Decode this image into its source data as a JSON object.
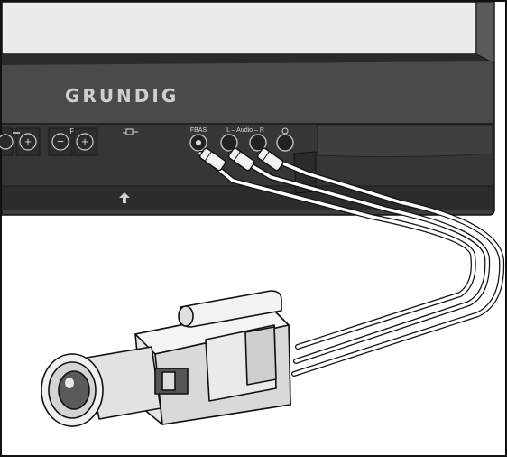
{
  "brand": {
    "name": "GRUNDIG"
  },
  "tv_panel": {
    "buttons": [
      {
        "symbol": "+",
        "icon": "plus-icon"
      },
      {
        "symbol": "−",
        "icon": "minus-icon"
      },
      {
        "symbol": "+",
        "icon": "plus-icon"
      }
    ],
    "program_label": "P",
    "headphone_icon": "headphone-jack-icon",
    "jacks": {
      "fbas_label": "FBAS",
      "audio_label": "L – Audio – R"
    }
  },
  "camera": {
    "icon": "camcorder-icon"
  },
  "colors": {
    "panel": "#3a3a3a",
    "screen": "#ebebeb",
    "outline": "#111111",
    "cable": "#ffffff"
  }
}
